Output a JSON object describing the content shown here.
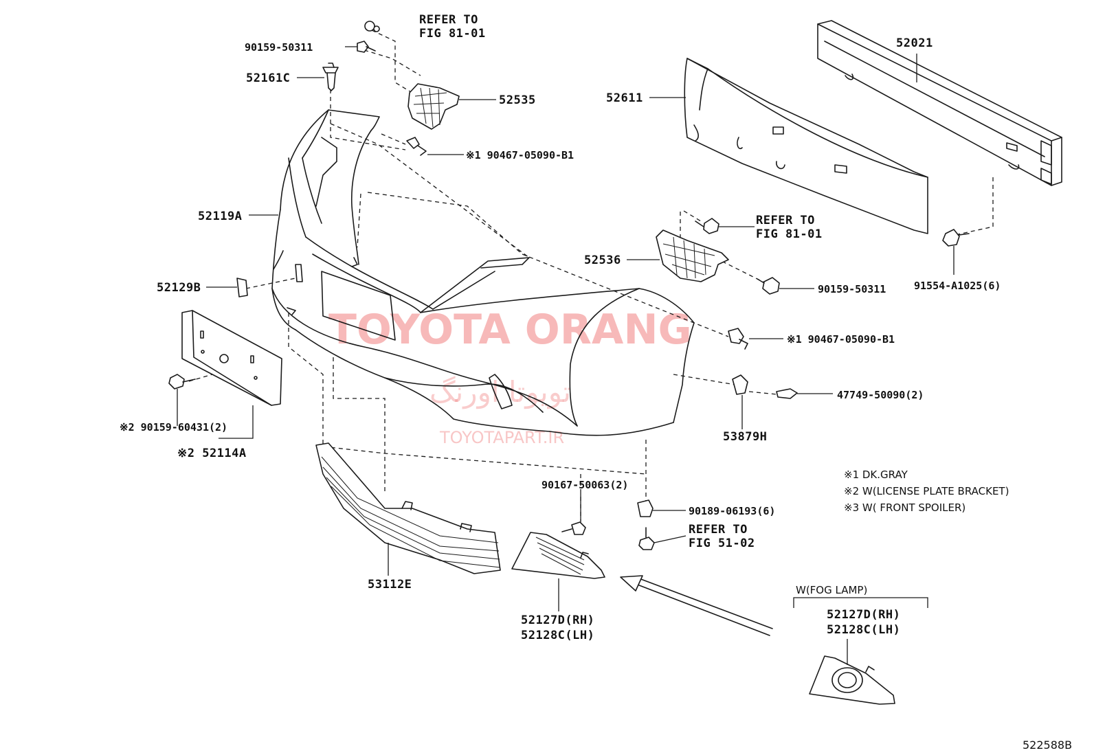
{
  "watermark": {
    "main": "TOYOTA ORANG",
    "persian": "تویوتا اورنگ",
    "site": "TOYOTAPART.IR"
  },
  "diagram_code": "522588B",
  "labels": {
    "refer_81_a_1": "REFER TO",
    "refer_81_a_2": "FIG 81-01",
    "p90159_50311_a": "90159-50311",
    "p52161C": "52161C",
    "p52535": "52535",
    "p90467_a": "※1 90467-05090-B1",
    "p52119A": "52119A",
    "p52129B": "52129B",
    "p90159_60431": "※2 90159-60431(2)",
    "p52114A": "※2 52114A",
    "p53112E": "53112E",
    "p90167_50063": "90167-50063(2)",
    "p52127D_a": "52127D(RH)",
    "p52128C_a": "52128C(LH)",
    "p52611": "52611",
    "p52021": "52021",
    "p91554": "91554-A1025(6)",
    "p52536": "52536",
    "refer_81_b_1": "REFER TO",
    "refer_81_b_2": "FIG 81-01",
    "p90159_50311_b": "90159-50311",
    "p90467_b": "※1 90467-05090-B1",
    "p47749": "47749-50090(2)",
    "p53879H": "53879H",
    "p90189": "90189-06193(6)",
    "refer_51_1": "REFER TO",
    "refer_51_2": "FIG 51-02",
    "p52127D_b": "52127D(RH)",
    "p52128C_b": "52128C(LH)"
  },
  "notes": {
    "n1": "※1 DK.GRAY",
    "n2": "※2 W(LICENSE PLATE BRACKET)",
    "n3": "※3 W( FRONT SPOILER)",
    "fog": "W(FOG LAMP)"
  }
}
